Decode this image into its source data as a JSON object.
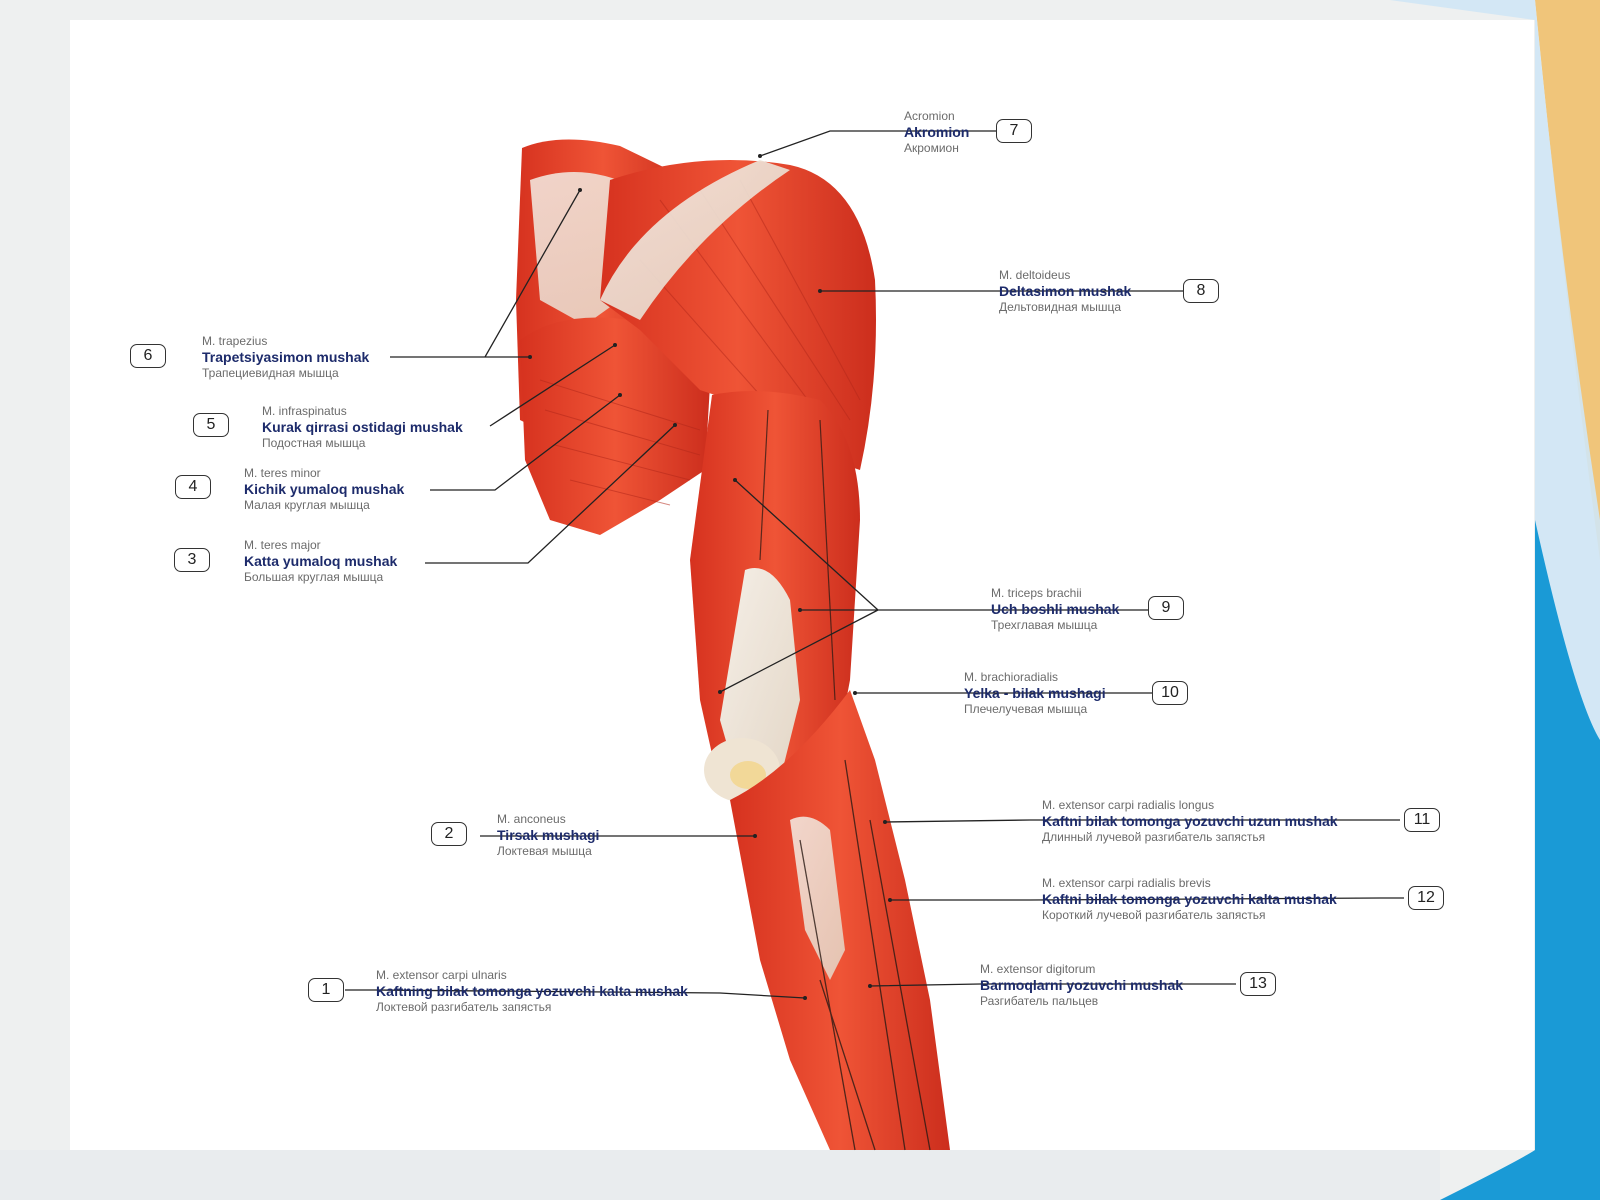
{
  "colors": {
    "muscle": "#e8452c",
    "muscle_dark": "#c62a1c",
    "tendon": "#efe6dc",
    "label_main": "#1d2b6b",
    "label_sub": "#6b6b6b",
    "accent_blue": "#1a9ad6",
    "accent_gold": "#f0c57a"
  },
  "labels": [
    {
      "num": "1",
      "lat": "M. extensor carpi ulnaris",
      "uz": "Kaftning bilak tomonga yozuvchi kalta mushak",
      "ru": "Локтевой разгибатель запястья"
    },
    {
      "num": "2",
      "lat": "M. anconeus",
      "uz": "Tirsak mushagi",
      "ru": "Локтевая мышца"
    },
    {
      "num": "3",
      "lat": "M. teres major",
      "uz": "Katta yumaloq mushak",
      "ru": "Большая круглая мышца"
    },
    {
      "num": "4",
      "lat": "M. teres minor",
      "uz": "Kichik yumaloq mushak",
      "ru": "Малая круглая мышца"
    },
    {
      "num": "5",
      "lat": "M. infraspinatus",
      "uz": "Kurak qirrasi ostidagi mushak",
      "ru": "Подостная мышца"
    },
    {
      "num": "6",
      "lat": "M. trapezius",
      "uz": "Trapetsiyasimon mushak",
      "ru": "Трапециевидная мышца"
    },
    {
      "num": "7",
      "lat": "Acromion",
      "uz": "Akromion",
      "ru": "Акромион"
    },
    {
      "num": "8",
      "lat": "M. deltoideus",
      "uz": "Deltasimon mushak",
      "ru": "Дельтовидная мышца"
    },
    {
      "num": "9",
      "lat": "M. triceps brachii",
      "uz": "Uch boshli mushak",
      "ru": "Трехглавая мышца"
    },
    {
      "num": "10",
      "lat": "M. brachioradialis",
      "uz": "Yelka - bilak mushagi",
      "ru": "Плечелучевая мышца"
    },
    {
      "num": "11",
      "lat": "M. extensor carpi radialis longus",
      "uz": "Kaftni bilak tomonga yozuvchi uzun mushak",
      "ru": "Длинный лучевой разгибатель запястья"
    },
    {
      "num": "12",
      "lat": "M. extensor carpi radialis brevis",
      "uz": "Kaftni bilak tomonga yozuvchi kalta mushak",
      "ru": "Короткий лучевой разгибатель запястья"
    },
    {
      "num": "13",
      "lat": "M. extensor digitorum",
      "uz": "Barmoqlarni yozuvchi mushak",
      "ru": "Разгибатель пальцев"
    }
  ]
}
